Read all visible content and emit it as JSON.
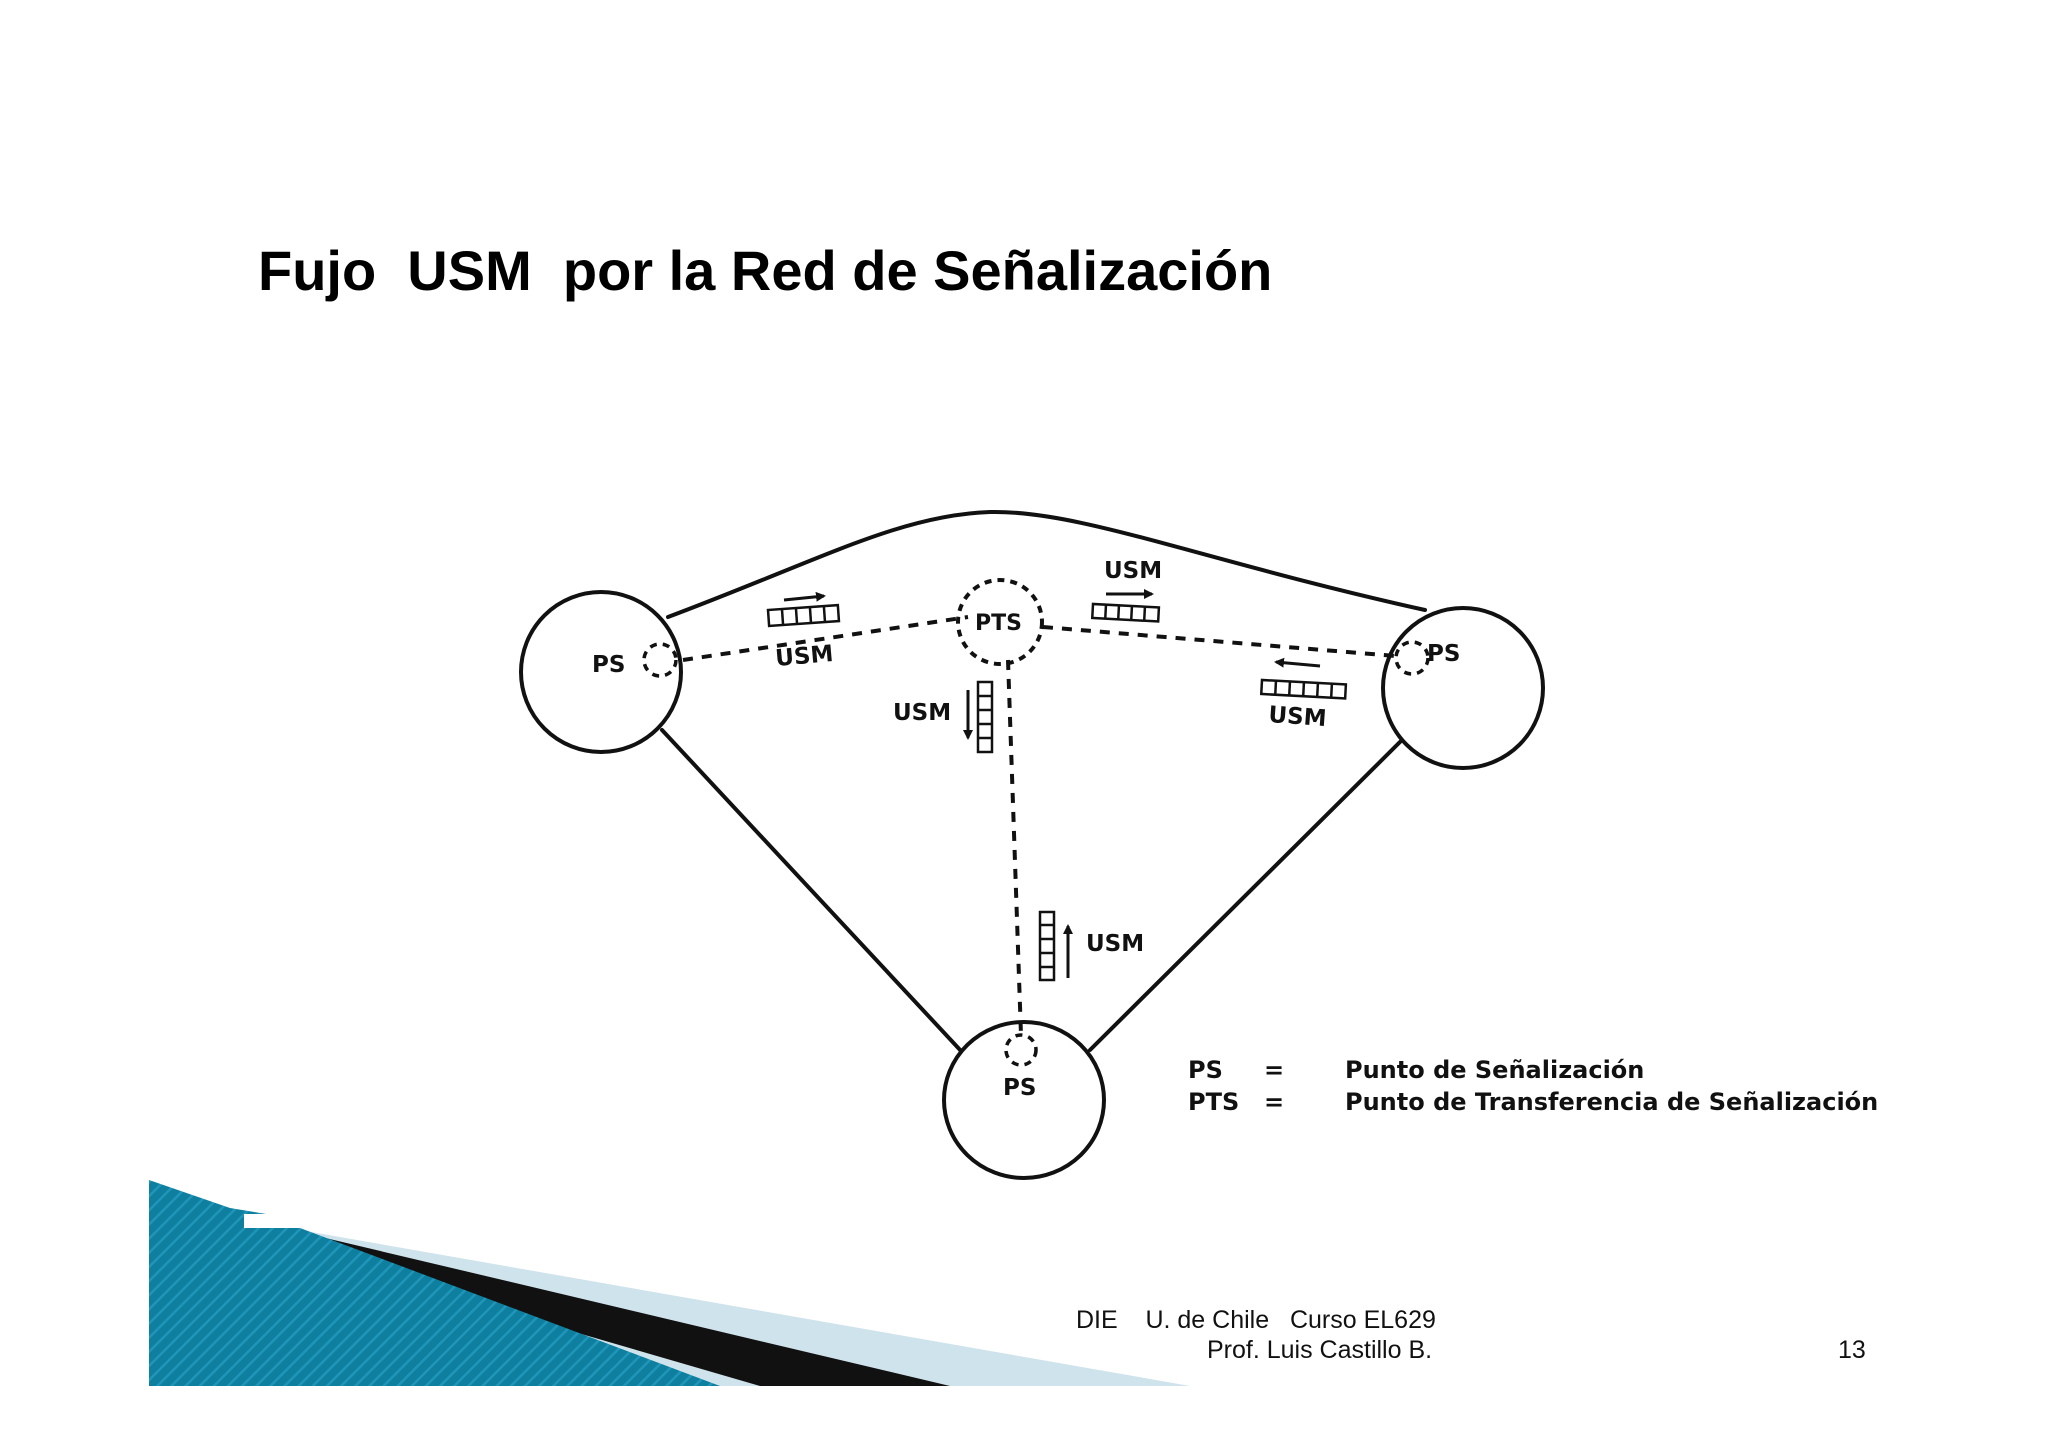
{
  "title": "Fujo  USM  por la Red de Señalización",
  "diagram": {
    "nodes": {
      "left": "PS",
      "right": "PS",
      "bottom": "PS",
      "center": "PTS"
    },
    "messages": {
      "left_link": "USM",
      "right_link_top": "USM",
      "right_link_bottom": "USM",
      "down_link": "USM",
      "up_link": "USM"
    },
    "legend": [
      {
        "abbr": "PS",
        "eq": "=",
        "meaning": "Punto de Señalización"
      },
      {
        "abbr": "PTS",
        "eq": "=",
        "meaning": "Punto de Transferencia de Señalización"
      }
    ]
  },
  "footer": {
    "line1": "DIE    U. de Chile   Curso EL629",
    "line2": "Prof. Luis Castillo B.",
    "page_number": "13"
  },
  "colors": {
    "accent_dark": "#0a6f8c",
    "accent_light": "#63b8d8",
    "accent_pale": "#c9e2ec"
  }
}
